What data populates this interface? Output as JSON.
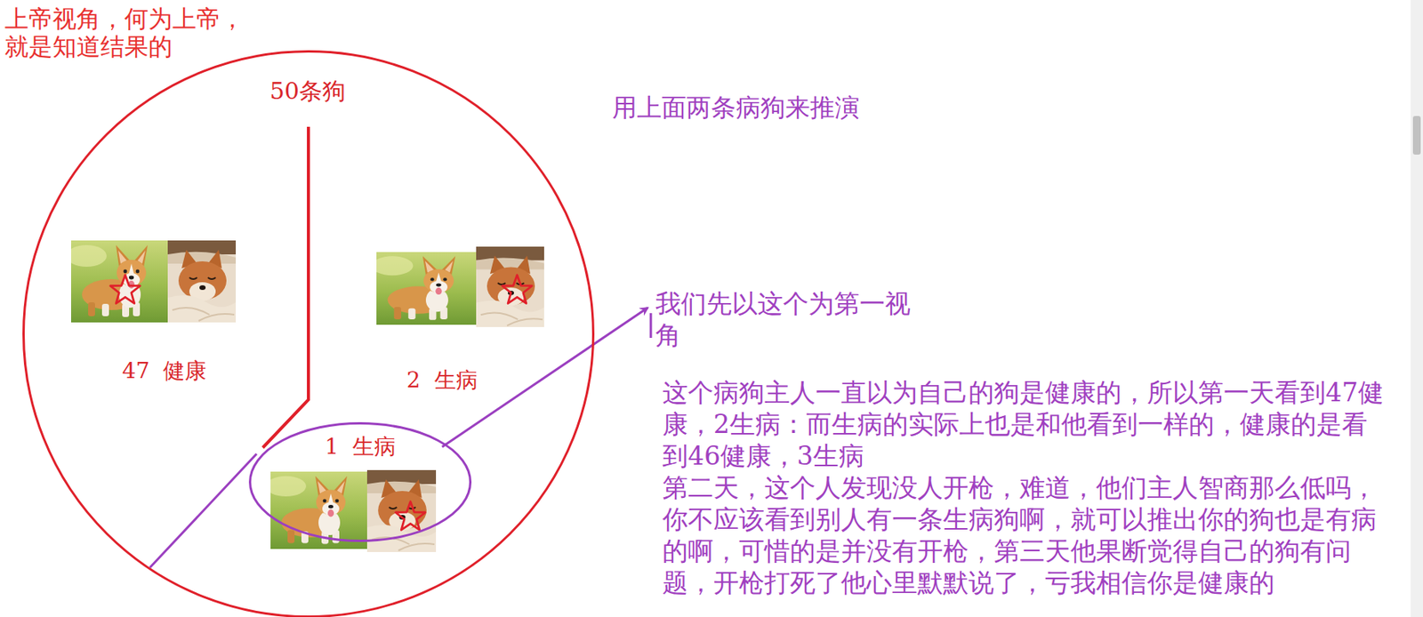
{
  "diagram": {
    "nodes": [
      {
        "text": [
          "50条狗"
        ]
      },
      {
        "text": [
          "1  生病"
        ],
        "in": 0
      }
    ],
    "labels": [
      "上帝视角，何为上帝，就是知道结果的",
      "47  健康",
      "2  生病",
      "用上面两条病狗来推演",
      "我们先以这个为第一视角",
      "这个病狗主人一直以为自己的狗是健康的，所以第一天看到47健康，2生病：而生病的实际上也是和他看到一样的，健康的是看到46健康，3生病",
      "第二天，这个人发现没人开枪，难道，他们主人智商那么低吗，你不应该看到别人有一条生病狗啊，就可以推出你的狗也是有病的啊，可惜的是并没有开枪，第三天他果断觉得自己的狗有问题，开枪打死了他心里默默说了，亏我相信你是健康的"
    ]
  }
}
